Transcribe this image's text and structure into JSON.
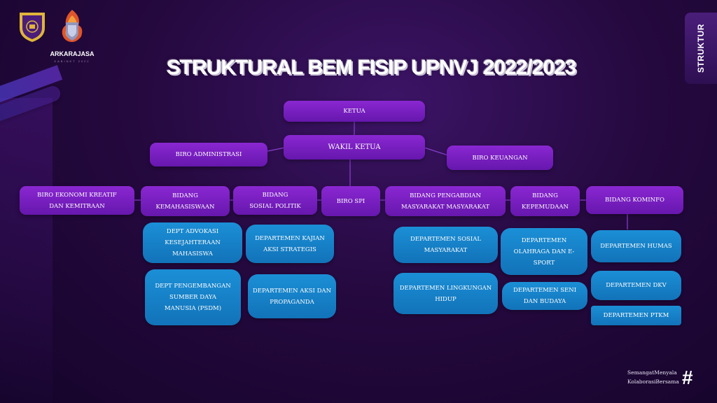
{
  "header": {
    "brand": "ARKARAJASA",
    "brand_sub": "KABINET 2022",
    "title": "STRUKTURAL BEM FISIP UPNVJ 2022/2023",
    "side_tab": "STRUKTUR"
  },
  "nodes": {
    "ketua": "KETUA",
    "wakil": "WAKIL KETUA",
    "biro_admin": "BIRO ADMINISTRASI",
    "biro_keu": "BIRO KEUANGAN",
    "biro_ekraf": "BIRO EKONOMI KREATIF\nDAN KEMITRAAN",
    "bid_kemahasiswaan": "BIDANG\nKEMAHASISWAAN",
    "bid_sospol": "BIDANG\nSOSIAL POLITIK",
    "biro_spi": "BIRO SPI",
    "bid_pengabdian": "BIDANG PENGABDIAN\nMASYARAKAT MASYARAKAT",
    "bid_kepemudaan": "BIDANG\nKEPEMUDAAN",
    "bid_kominfo": "BIDANG KOMINFO",
    "dept_advokasi": "DEPT ADVOKASI\nKESEJAHTERAAN\nMAHASISWA",
    "dept_psdm": "DEPT PENGEMBANGAN\nSUMBER DAYA\nMANUSIA (PSDM)",
    "dept_kajian": "DEPARTEMEN KAJIAN\nAKSI STRATEGIS",
    "dept_aksi": "DEPARTEMEN AKSI DAN\nPROPAGANDA",
    "dept_sosmas": "DEPARTEMEN SOSIAL\nMASYARAKAT",
    "dept_lingkungan": "DEPARTEMEN LINGKUNGAN\nHIDUP",
    "dept_olahraga": "DEPARTEMEN\nOLAHRAGA DAN E-\nSPORT",
    "dept_senbud": "DEPARTEMEN SENI\nDAN BUDAYA",
    "dept_humas": "DEPARTEMEN HUMAS",
    "dept_dkv": "DEPARTEMEN DKV",
    "dept_ptkm": "DEPARTEMEN PTKM"
  },
  "footer": {
    "line1": "SemangatMenyala",
    "line2": "KolaborasiBersama",
    "hash": "#"
  },
  "colors": {
    "background": "#25093f",
    "purple_box": "#7a1fc2",
    "blue_box": "#1682c8",
    "connector": "#8a3fd0"
  }
}
